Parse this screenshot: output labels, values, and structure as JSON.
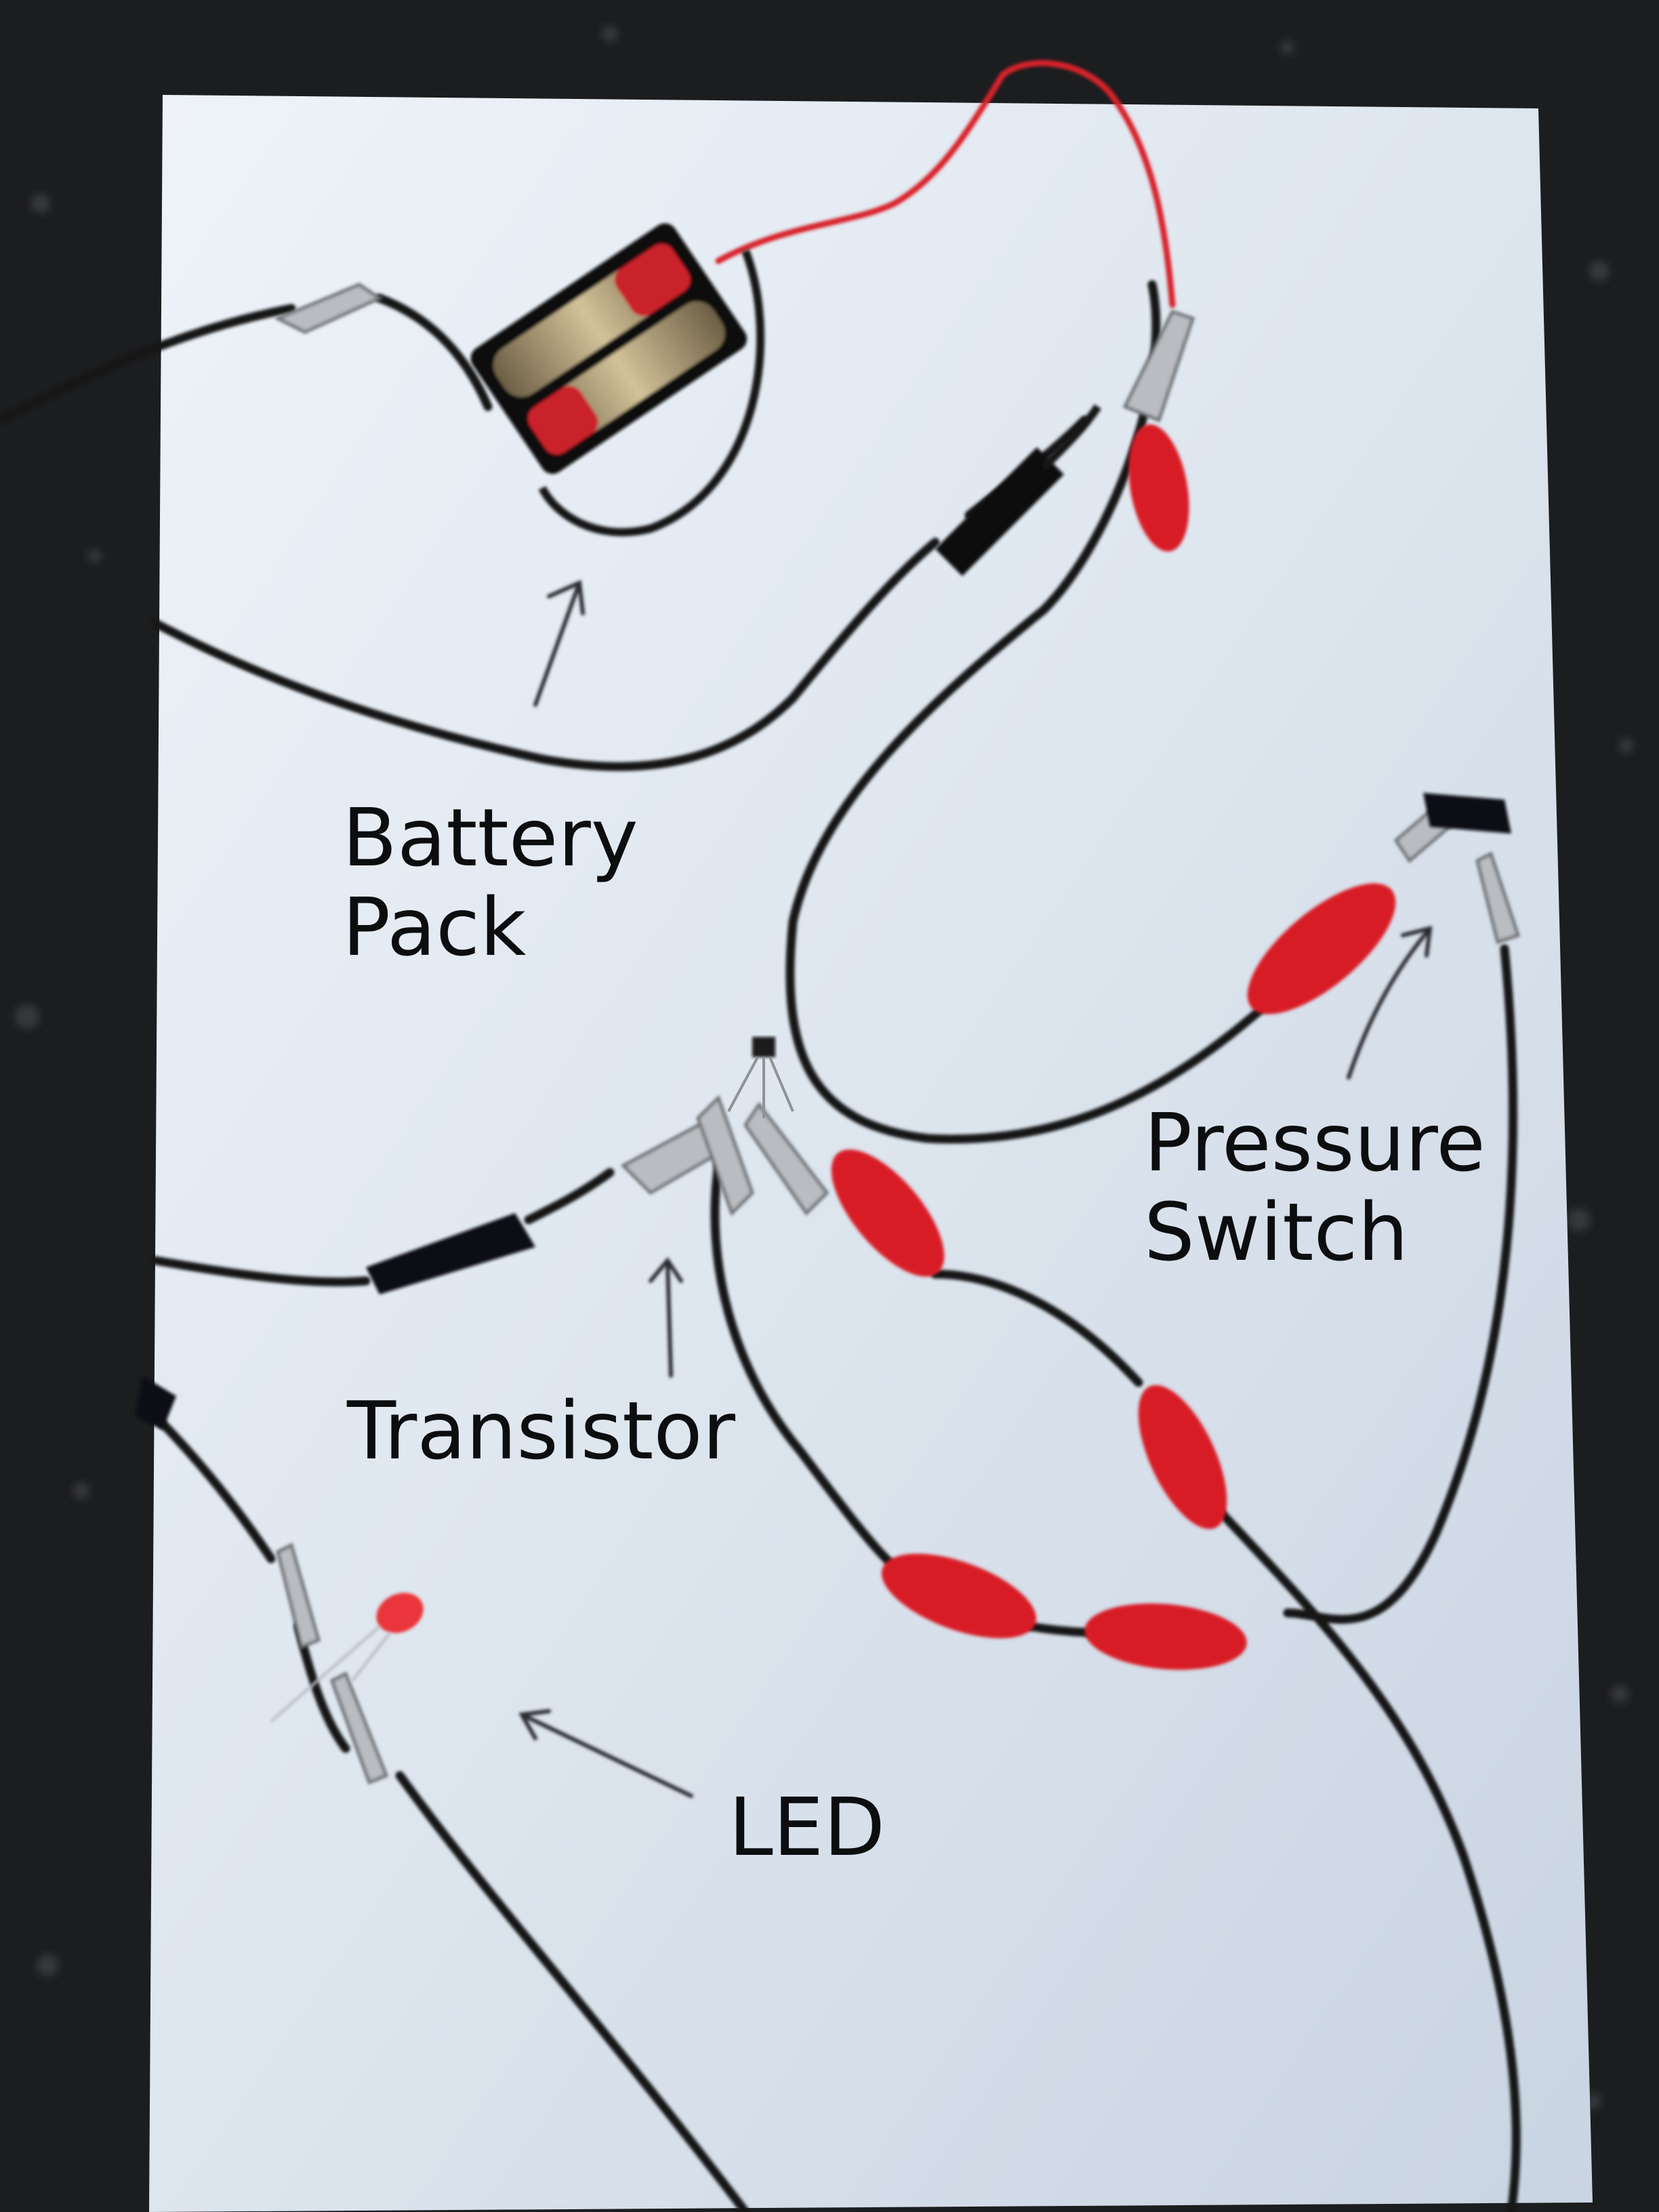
{
  "labels": {
    "battery_line1": "Battery",
    "battery_line2": "Pack",
    "pressure_line1": "Pressure",
    "pressure_line2": "Switch",
    "transistor": "Transistor",
    "led": "LED"
  },
  "colors": {
    "background": "#1c1d1f",
    "paper": "#dfe6ef",
    "wire_black": "#121316",
    "wire_red": "#d8232a",
    "clip_red": "#d81f26",
    "clip_metal": "#b9bcc0",
    "led_red": "#e9343a",
    "battery_gold": "#b7a57c",
    "label_text": "#0c0d0f"
  }
}
